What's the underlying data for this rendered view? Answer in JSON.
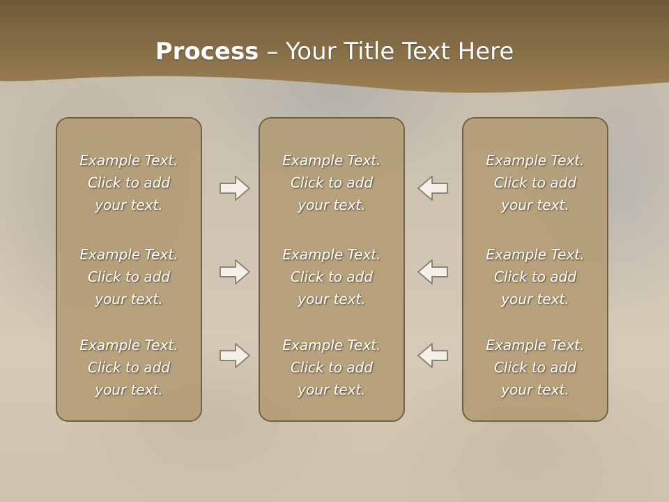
{
  "slide": {
    "title_bold": "Process",
    "title_rest": " – Your Title Text Here"
  },
  "colors": {
    "header_brown": "#8a7149",
    "panel_fill": "#b29b73",
    "panel_border": "#6f6148",
    "arrow_fill": "#f4f0e8",
    "arrow_stroke": "#8a8378"
  },
  "columns": [
    {
      "arrow_direction": "right",
      "items": [
        {
          "line1": "Example Text.",
          "line2": "Click  to add",
          "line3": "your text."
        },
        {
          "line1": "Example Text.",
          "line2": "Click  to add",
          "line3": "your text."
        },
        {
          "line1": "Example Text.",
          "line2": "Click  to add",
          "line3": "your text."
        }
      ]
    },
    {
      "items": [
        {
          "line1": "Example Text.",
          "line2": "Click  to add",
          "line3": "your text."
        },
        {
          "line1": "Example Text.",
          "line2": "Click  to add",
          "line3": "your text."
        },
        {
          "line1": "Example Text.",
          "line2": "Click  to add",
          "line3": "your text."
        }
      ]
    },
    {
      "arrow_direction": "left",
      "items": [
        {
          "line1": "Example Text.",
          "line2": "Click  to add",
          "line3": "your text."
        },
        {
          "line1": "Example Text.",
          "line2": "Click  to add",
          "line3": "your text."
        },
        {
          "line1": "Example Text.",
          "line2": "Click  to add",
          "line3": "your text."
        }
      ]
    }
  ]
}
